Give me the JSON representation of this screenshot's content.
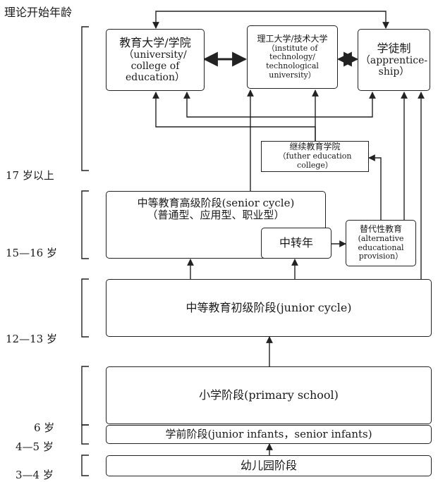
{
  "age_axis": {
    "title": "理论开始年龄",
    "ages": [
      "17 岁以上",
      "15—16 岁",
      "12—13 岁",
      "6 岁",
      "4—5 岁",
      "3—4 岁"
    ]
  },
  "boxes": {
    "university": {
      "cn": "教育大学/学院",
      "en1": "（university/",
      "en2": "college of",
      "en3": "education）"
    },
    "institute": {
      "cn": "理工大学/技术大学",
      "en1": "（institute of",
      "en2": "technology/",
      "en3": "technological",
      "en4": "university）"
    },
    "apprenticeship": {
      "cn": "学徒制",
      "en1": "（apprentice-",
      "en2": "ship）"
    },
    "further_college": {
      "cn": "继续教育学院",
      "en": "（futher education college）"
    },
    "senior_cycle": {
      "line1": "中等教育高级阶段(senior cycle)",
      "line2": "（普通型、应用型、职业型）"
    },
    "transition_year": {
      "label": "中转年"
    },
    "alternative": {
      "cn": "替代性教育",
      "en1": "(alternative",
      "en2": "educational",
      "en3": "provision）"
    },
    "junior_cycle": {
      "label": "中等教育初级阶段(junior cycle)"
    },
    "primary": {
      "label": "小学阶段(primary school)"
    },
    "preschool": {
      "label": "学前阶段(junior infants，senior infants)"
    },
    "kindergarten": {
      "label": "幼儿园阶段"
    }
  }
}
